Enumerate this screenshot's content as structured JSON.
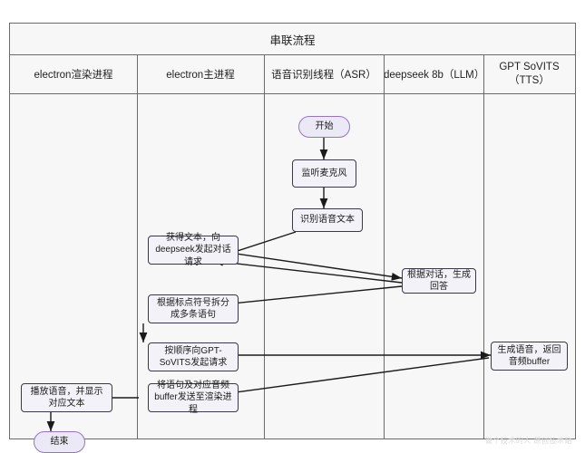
{
  "diagram": {
    "title": "串联流程",
    "lanes": [
      {
        "label": "electron渲染进程"
      },
      {
        "label": "electron主进程"
      },
      {
        "label": "语音识别线程（ASR）"
      },
      {
        "label": "deepseek 8b（LLM）"
      },
      {
        "label": "GPT SoVITS（TTS）"
      }
    ],
    "nodes": [
      {
        "id": "start",
        "label": "开始",
        "shape": "terminator"
      },
      {
        "id": "listen",
        "label": "监听麦克风",
        "shape": "process"
      },
      {
        "id": "asrtext",
        "label": "识别语音文本",
        "shape": "process"
      },
      {
        "id": "getext",
        "label": "获得文本，向deepseek发起对话请求",
        "shape": "process"
      },
      {
        "id": "llmgen",
        "label": "根据对话，生成回答",
        "shape": "process"
      },
      {
        "id": "split",
        "label": "根据标点符号拆分成多条语句",
        "shape": "process"
      },
      {
        "id": "ttsreq",
        "label": "按顺序向GPT-SoVITS发起请求",
        "shape": "process"
      },
      {
        "id": "ttsgen",
        "label": "生成语音，返回音频buffer",
        "shape": "process"
      },
      {
        "id": "sendrend",
        "label": "将语句及对应音频buffer发送至渲染进程",
        "shape": "process"
      },
      {
        "id": "play",
        "label": "播放语音，并显示对应文本",
        "shape": "process"
      },
      {
        "id": "end",
        "label": "结束",
        "shape": "terminator"
      }
    ],
    "edges": [
      {
        "from": "start",
        "to": "listen"
      },
      {
        "from": "listen",
        "to": "asrtext"
      },
      {
        "from": "asrtext",
        "to": "getext"
      },
      {
        "from": "getext",
        "to": "llmgen"
      },
      {
        "from": "llmgen",
        "to": "getext"
      },
      {
        "from": "llmgen",
        "to": "split"
      },
      {
        "from": "split",
        "to": "ttsreq"
      },
      {
        "from": "ttsreq",
        "to": "ttsgen"
      },
      {
        "from": "ttsgen",
        "to": "sendrend"
      },
      {
        "from": "sendrend",
        "to": "play"
      },
      {
        "from": "play",
        "to": "end"
      }
    ],
    "colors": {
      "terminator_fill": "#ece9f6",
      "terminator_stroke": "#9673c9",
      "process_fill": "#f2f2f8",
      "process_stroke": "#3a3a46",
      "lane_border": "#6b6b6b",
      "canvas": "#f7f7f7"
    }
  },
  "watermark": {
    "text": "做个技术的人  原创技术贴"
  }
}
